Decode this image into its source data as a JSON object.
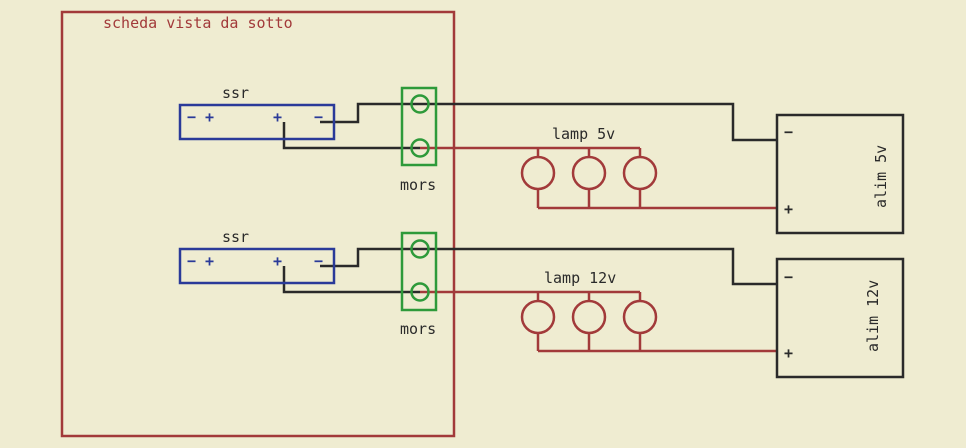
{
  "colors": {
    "background": "#efecd1",
    "board": "#a23a3a",
    "ssr": "#2a3a99",
    "terminal": "#2e9a3a",
    "wire_dark": "#2a2a2a",
    "wire_red": "#a23a3a",
    "lamp": "#a23a3a",
    "supply": "#2a2a2a"
  },
  "board": {
    "label": "scheda vista da sotto"
  },
  "channels": [
    {
      "ssr": {
        "label": "ssr",
        "pins": [
          "−",
          "+",
          "+",
          "−"
        ]
      },
      "terminal": {
        "label": "mors"
      },
      "lamps": {
        "label": "lamp 5v",
        "count": 3
      },
      "supply": {
        "label": "alim 5v",
        "minus": "−",
        "plus": "+"
      }
    },
    {
      "ssr": {
        "label": "ssr",
        "pins": [
          "−",
          "+",
          "+",
          "−"
        ]
      },
      "terminal": {
        "label": "mors"
      },
      "lamps": {
        "label": "lamp 12v",
        "count": 3
      },
      "supply": {
        "label": "alim 12v",
        "minus": "−",
        "plus": "+"
      }
    }
  ]
}
